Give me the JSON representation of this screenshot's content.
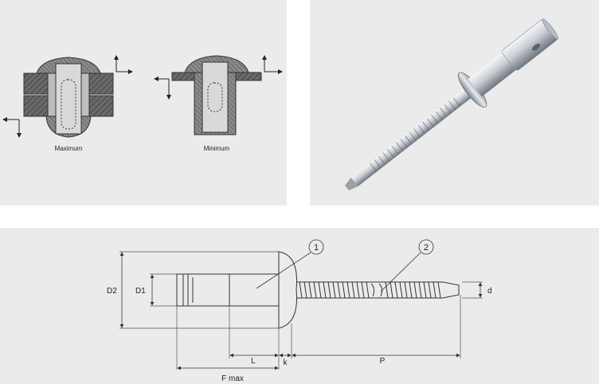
{
  "grip_panel": {
    "maximum_label": "Maximum",
    "minimum_label": "Minimum"
  },
  "dimension_panel": {
    "callouts": [
      "1",
      "2"
    ],
    "labels": {
      "D2": "D2",
      "D1": "D1",
      "d": "d",
      "L": "L",
      "k": "k",
      "P": "P",
      "F": "F max"
    }
  },
  "colors": {
    "panel_bg": "#ebebeb",
    "line": "#333333",
    "hatch": "#555555"
  }
}
